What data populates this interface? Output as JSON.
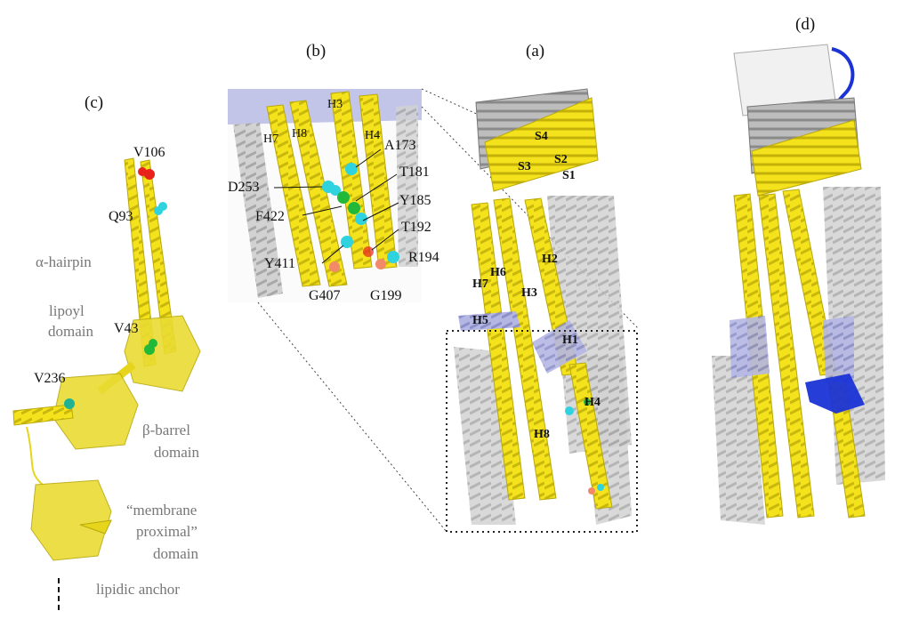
{
  "panels": {
    "a": "(a)",
    "b": "(b)",
    "c": "(c)",
    "d": "(d)"
  },
  "panel_c": {
    "residues": {
      "v106": "V106",
      "q93": "Q93",
      "v43": "V43",
      "v236": "V236"
    },
    "domains": {
      "hairpin": "α-hairpin",
      "lipoyl_1": "lipoyl",
      "lipoyl_2": "domain",
      "barrel_1": "β-barrel",
      "barrel_2": "domain",
      "mp_1": "“membrane",
      "mp_2": "proximal”",
      "mp_3": "domain",
      "anchor": "lipidic anchor"
    }
  },
  "panel_b": {
    "helices": {
      "h3": "H3",
      "h4": "H4",
      "h7": "H7",
      "h8": "H8"
    },
    "residues": {
      "a173": "A173",
      "d253": "D253",
      "t181": "T181",
      "f422": "F422",
      "y185": "Y185",
      "t192": "T192",
      "y411": "Y411",
      "r194": "R194",
      "g407": "G407",
      "g199": "G199"
    }
  },
  "panel_a": {
    "strands": {
      "s1": "S1",
      "s2": "S2",
      "s3": "S3",
      "s4": "S4"
    },
    "helices": {
      "h1": "H1",
      "h2": "H2",
      "h3": "H3",
      "h4": "H4",
      "h5": "H5",
      "h6": "H6",
      "h7": "H7",
      "h8": "H8"
    }
  },
  "colors": {
    "helix": "#f2e11a",
    "helix_edge": "#b9a90a",
    "gray": "#c8c8c8",
    "gray_dark": "#8f8f8f",
    "lavender": "#a6a9dc",
    "blue": "#1a33d6",
    "red": "#e8231c",
    "cyan": "#2fd3e0",
    "green": "#22b83a",
    "salmon": "#f28a6a"
  }
}
